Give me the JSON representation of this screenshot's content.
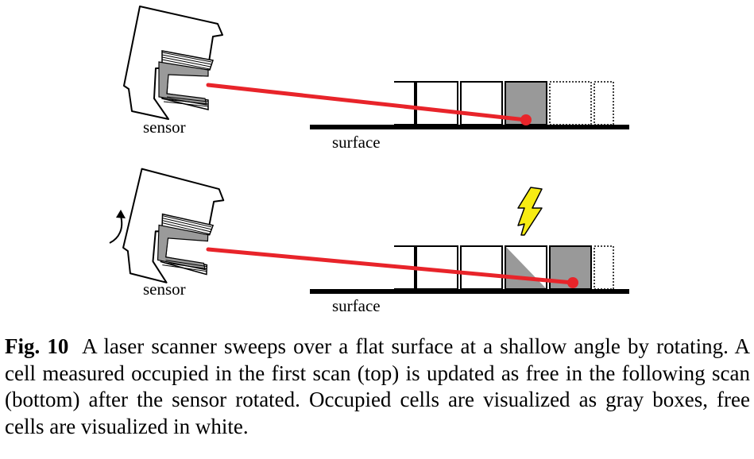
{
  "panels": [
    {
      "id": "top",
      "sensor_label": "sensor",
      "surface_label": "surface",
      "cells": [
        "free",
        "free",
        "occupied",
        "unknown"
      ],
      "rotation_arrow": false,
      "lightning": false
    },
    {
      "id": "bottom",
      "sensor_label": "sensor",
      "surface_label": "surface",
      "cells": [
        "free",
        "free",
        "updated",
        "occupied"
      ],
      "rotation_arrow": true,
      "lightning": true
    }
  ],
  "colors": {
    "laser": "#e8242a",
    "occupied": "#999999",
    "free": "#ffffff",
    "lightning": "#f7ec13",
    "outline": "#000000"
  },
  "caption": {
    "label": "Fig. 10",
    "text": "A laser scanner sweeps over a flat surface at a shallow angle by rotating. A cell measured occupied in the first scan (top) is updated as free in the following scan (bottom) after the sensor rotated. Occupied cells are visualized as gray boxes, free cells are visualized in white."
  }
}
